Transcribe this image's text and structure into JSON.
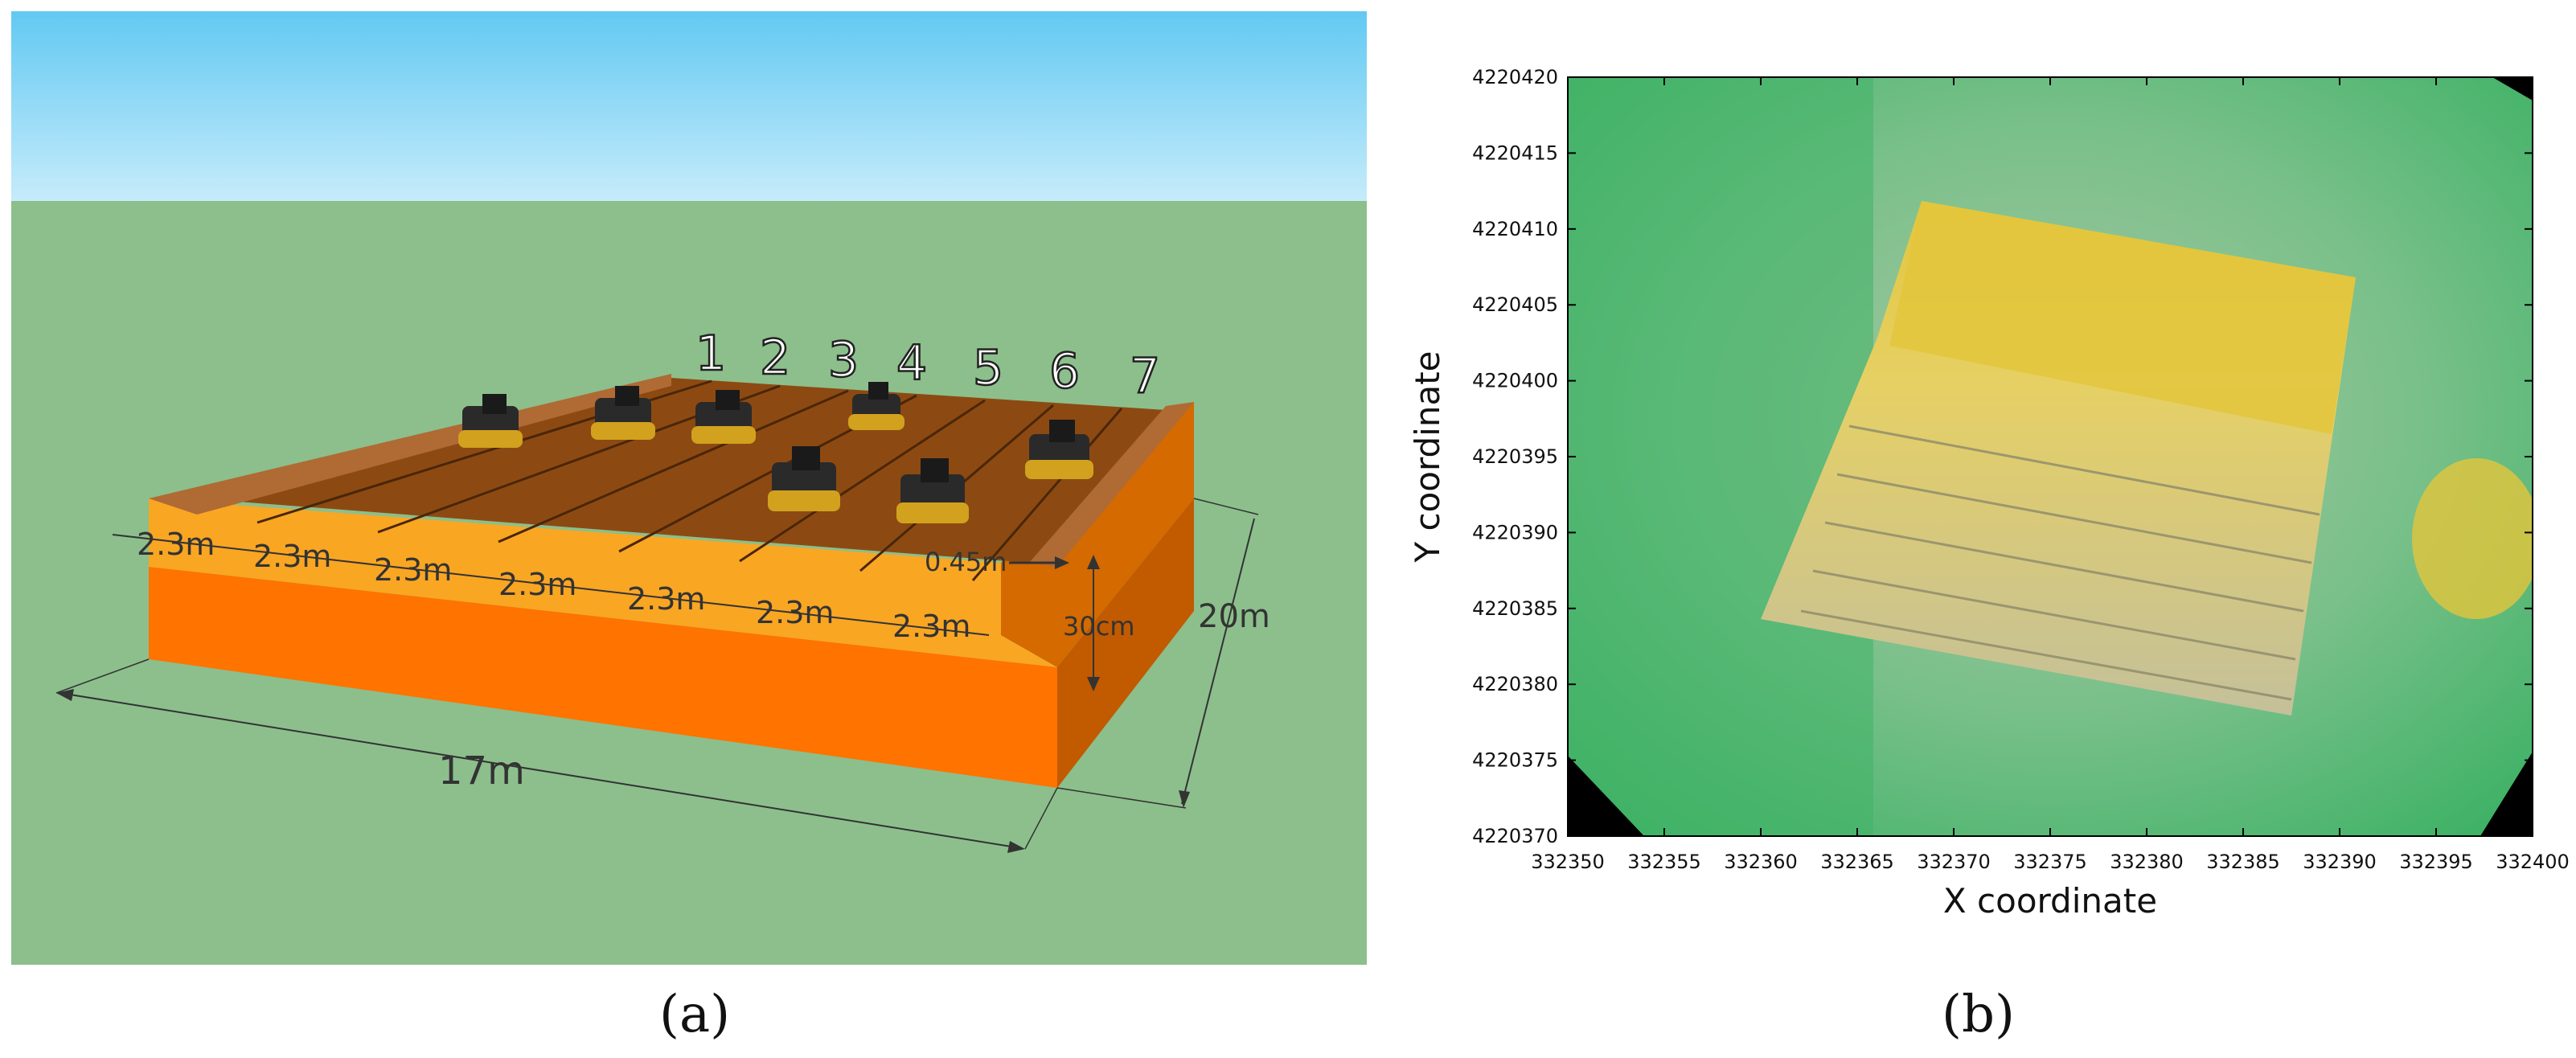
{
  "panel_a": {
    "caption": "(a)",
    "lane_numbers": [
      "1",
      "2",
      "3",
      "4",
      "5",
      "6",
      "7"
    ],
    "lane_width_labels": [
      "2.3m",
      "2.3m",
      "2.3m",
      "2.3m",
      "2.3m",
      "2.3m",
      "2.3m"
    ],
    "offset_label": "0.45m",
    "depth_label": "30cm",
    "length_label": "17m",
    "width_label": "20m",
    "colors": {
      "sky_top": "#62c9f2",
      "sky_bottom": "#c8ecfb",
      "grass": "#8cbf8c",
      "soil_top": "#8c4a12",
      "layer_upper": "#f9a623",
      "layer_lower": "#ff7300",
      "side_right": "#c25a00",
      "roller_body": "#2a2a2a",
      "roller_drum": "#d2a11e"
    }
  },
  "panel_b": {
    "caption": "(b)",
    "x_axis_label": "X coordinate",
    "y_axis_label": "Y coordinate",
    "x_ticks": [
      "332350",
      "332355",
      "332360",
      "332365",
      "332370",
      "332375",
      "332380",
      "332385",
      "332390",
      "332395",
      "332400"
    ],
    "y_ticks": [
      "4220420",
      "4220415",
      "4220410",
      "4220405",
      "4220400",
      "4220395",
      "4220390",
      "4220385",
      "4220380",
      "4220375",
      "4220370"
    ],
    "colors": {
      "terrain_green": "#3fb266",
      "terrain_light": "#a9c7a3",
      "pad_yellow": "#e3c63c",
      "pad_gray": "#c4c09a",
      "nodata": "#000000"
    }
  }
}
